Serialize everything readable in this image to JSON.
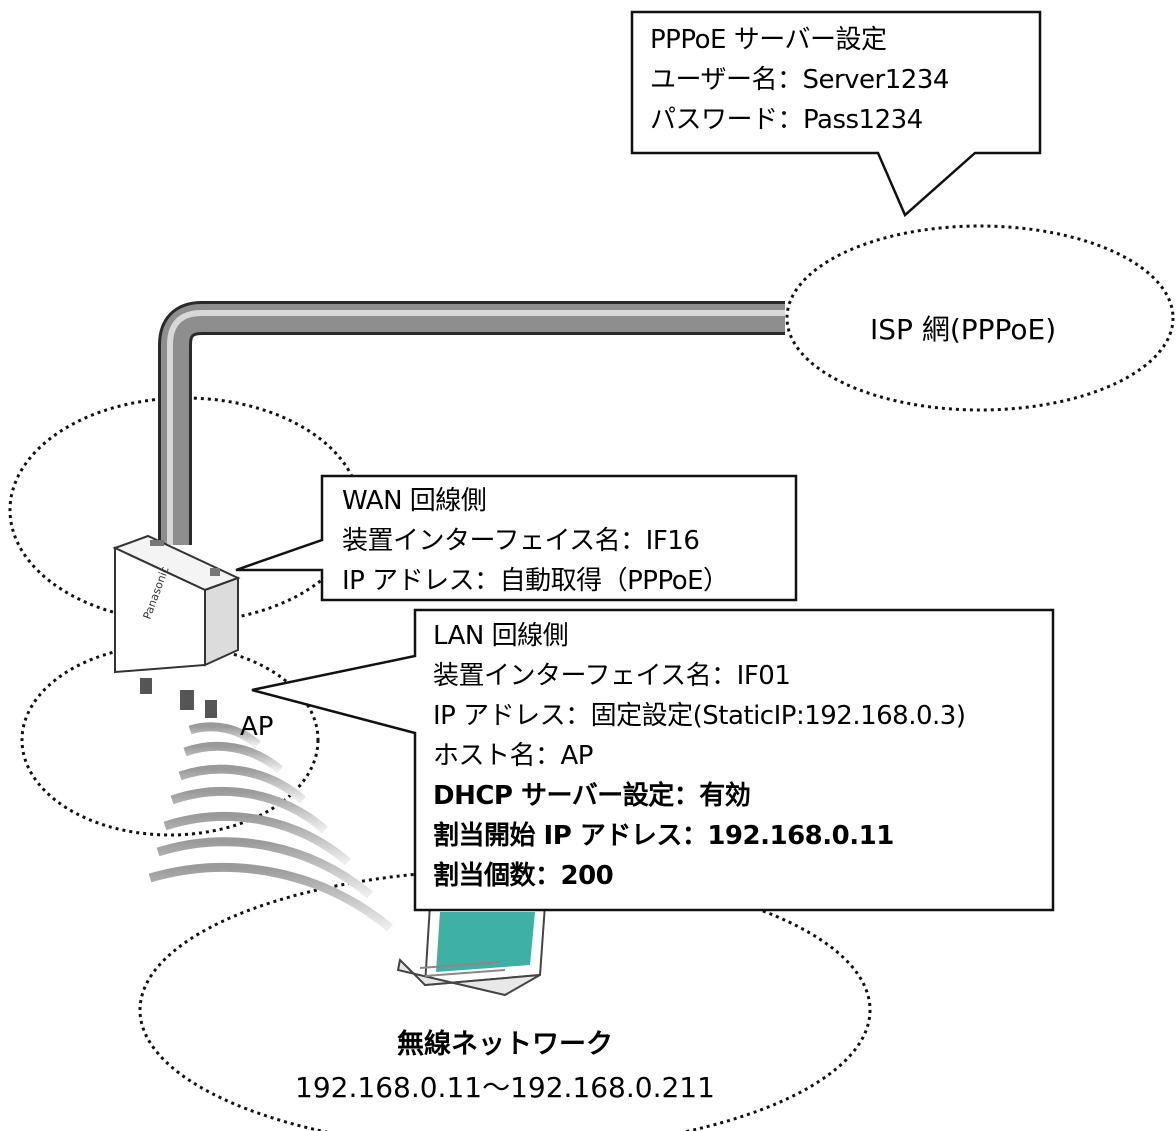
{
  "pppoe_callout": {
    "lines": [
      "PPPoE サーバー設定",
      "ユーザー名：Server1234",
      "パスワード：Pass1234"
    ]
  },
  "isp_cloud": {
    "label": "ISP 網(PPPoE)"
  },
  "wan_callout": {
    "lines": [
      "WAN 回線側",
      "装置インターフェイス名：IF16",
      "IP アドレス：自動取得（PPPoE）"
    ]
  },
  "lan_callout": {
    "lines": [
      "LAN 回線側",
      "装置インターフェイス名：IF01",
      "IP アドレス：固定設定(StaticIP:192.168.0.3)",
      "ホスト名：AP",
      "DHCP サーバー設定：有効",
      "割当開始 IP アドレス：192.168.0.11",
      "割当個数：200"
    ]
  },
  "access_point": {
    "label": "AP",
    "icon": "access-point-icon"
  },
  "wireless_network": {
    "title": "無線ネットワーク",
    "range": "192.168.0.11～192.168.0.211",
    "icon": "laptop-icon"
  },
  "colors": {
    "cable": "#9a9a9a",
    "cable_edge": "#2a2a2a",
    "laptop_screen": "#3fb0a4",
    "waves": "#b5b5b5"
  }
}
